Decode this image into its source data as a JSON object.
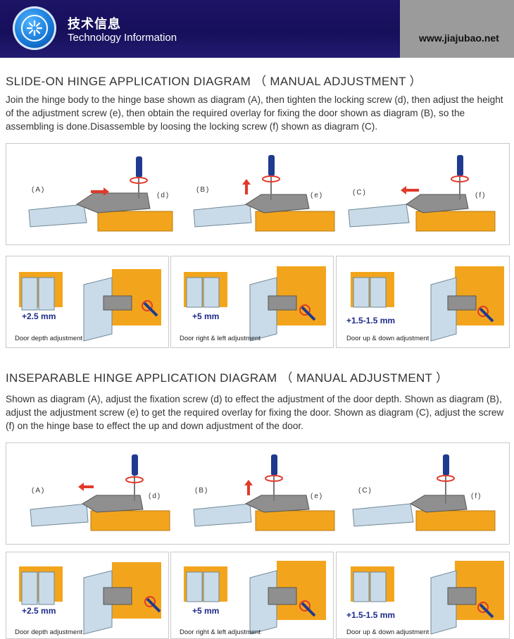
{
  "header": {
    "title_cn": "技术信息",
    "title_en": "Technology Information",
    "site": "www.jiajubao.net"
  },
  "section1": {
    "title": "SLIDE-ON HINGE APPLICATION DIAGRAM （ MANUAL ADJUSTMENT ）",
    "body": "Join the hinge body to the hinge base shown as diagram (A), then tighten the locking screw (d), then adjust the height of the adjustment screw (e), then obtain the required overlay for fixing the door shown as diagram (B), so the assembling is done.Disassemble by loosing the locking screw (f) shown as diagram (C).",
    "diagrams": [
      {
        "label": "(A)",
        "screw": "(d)"
      },
      {
        "label": "(B)",
        "screw": "(e)"
      },
      {
        "label": "(C)",
        "screw": "(f)"
      }
    ],
    "adjustments": [
      {
        "value": "+2.5 mm",
        "caption": "Door depth adjustment"
      },
      {
        "value": "+5 mm",
        "caption": "Door right & left adjustment"
      },
      {
        "value": "+1.5-1.5 mm",
        "caption": "Door up & down adjustment"
      }
    ]
  },
  "section2": {
    "title": "INSEPARABLE HINGE APPLICATION DIAGRAM （ MANUAL ADJUSTMENT ）",
    "body": "Shown as diagram (A), adjust the fixation screw (d) to effect the adjustment of the door depth. Shown as diagram (B), adjust the adjustment screw (e) to get the required overlay for fixing the door. Shown as diagram (C), adjust the screw (f) on the hinge base to effect the up and down adjustment of the door.",
    "diagrams": [
      {
        "label": "(A)",
        "screw": "(d)"
      },
      {
        "label": "(B)",
        "screw": "(e)"
      },
      {
        "label": "(C)",
        "screw": "(f)"
      }
    ],
    "adjustments": [
      {
        "value": "+2.5 mm",
        "caption": "Door depth adjustment"
      },
      {
        "value": "+5 mm",
        "caption": "Door right & left adjustment"
      },
      {
        "value": "+1.5-1.5 mm",
        "caption": "Door up & down adjustment"
      }
    ]
  },
  "colors": {
    "header_bg": "#1d1466",
    "header_right": "#9b9b9b",
    "wood": "#f2a51c",
    "door_glass": "#c9dbe8",
    "hinge": "#8f8f8f",
    "screwdriver": "#1f3a8f",
    "arrow_red": "#e03a2a",
    "value_text": "#1e2a8a"
  }
}
